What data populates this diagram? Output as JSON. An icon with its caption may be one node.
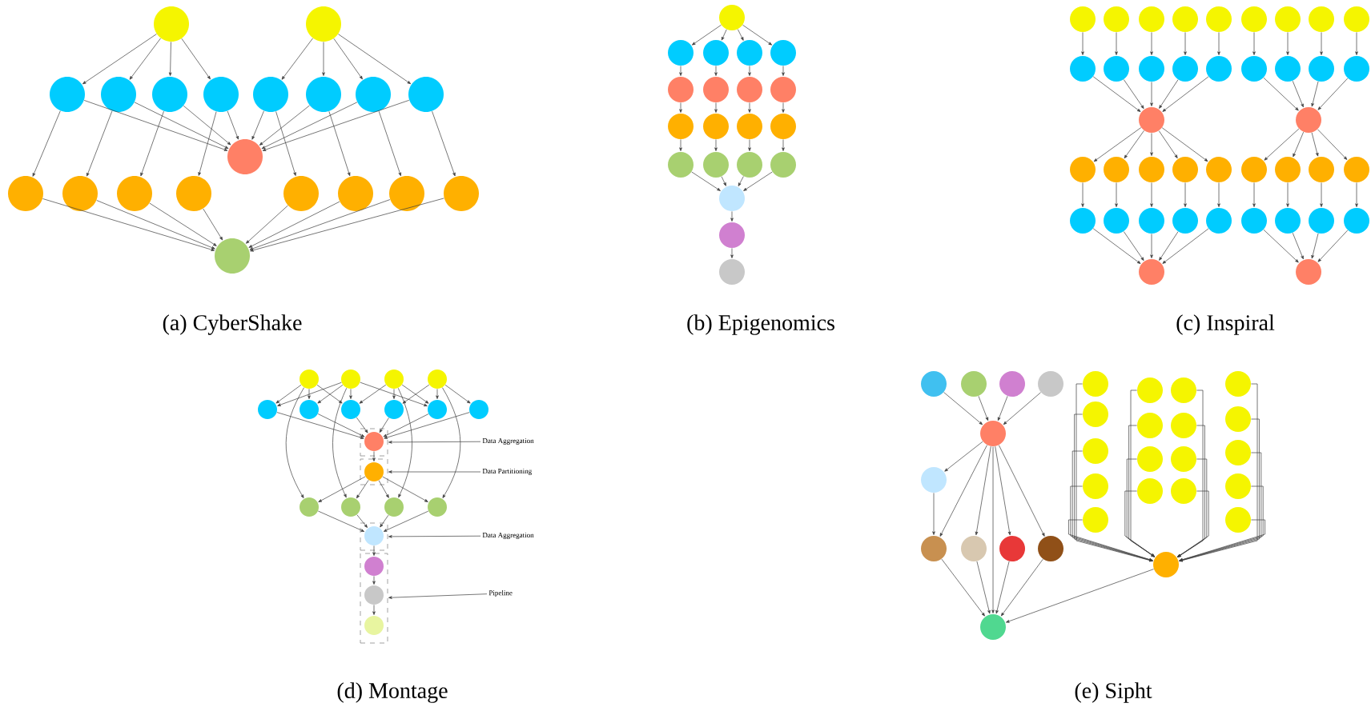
{
  "diagram": {
    "nodes": [
      {
        "text": [],
        "shape": "circle"
      },
      {
        "text": [],
        "shape": "circle"
      },
      {
        "text": [],
        "shape": "circle"
      },
      {
        "text": [],
        "shape": "circle"
      },
      {
        "text": [],
        "shape": "circle"
      },
      {
        "text": [],
        "shape": "circle"
      },
      {
        "text": [],
        "shape": "circle"
      },
      {
        "text": [],
        "shape": "circle"
      },
      {
        "text": [],
        "shape": "circle"
      },
      {
        "text": [],
        "shape": "circle"
      },
      {
        "text": [],
        "shape": "circle"
      },
      {
        "text": [],
        "shape": "circle"
      },
      {
        "text": [],
        "shape": "circle"
      },
      {
        "text": [],
        "shape": "circle"
      },
      {
        "text": [],
        "shape": "circle"
      },
      {
        "text": [],
        "shape": "circle"
      },
      {
        "text": [],
        "shape": "circle"
      },
      {
        "text": [],
        "shape": "circle"
      },
      {
        "text": [],
        "shape": "circle"
      },
      {
        "text": [],
        "shape": "circle"
      },
      {
        "text": [],
        "shape": "circle"
      },
      {
        "text": [],
        "shape": "circle"
      },
      {
        "text": [],
        "shape": "circle"
      },
      {
        "text": [],
        "shape": "circle"
      },
      {
        "text": [],
        "shape": "circle"
      },
      {
        "text": [],
        "shape": "circle"
      },
      {
        "text": [],
        "shape": "circle"
      },
      {
        "text": [],
        "shape": "circle"
      },
      {
        "text": [],
        "shape": "circle"
      },
      {
        "text": [],
        "shape": "circle"
      },
      {
        "text": [],
        "shape": "circle"
      },
      {
        "text": [],
        "shape": "circle"
      },
      {
        "text": [],
        "shape": "circle"
      },
      {
        "text": [],
        "shape": "circle"
      },
      {
        "text": [],
        "shape": "circle"
      },
      {
        "text": [],
        "shape": "circle"
      },
      {
        "text": [],
        "shape": "circle"
      },
      {
        "text": [],
        "shape": "circle"
      },
      {
        "text": [],
        "shape": "circle"
      },
      {
        "text": [],
        "shape": "circle"
      },
      {
        "text": [],
        "shape": "circle"
      },
      {
        "text": [],
        "shape": "circle"
      },
      {
        "text": [],
        "shape": "circle"
      },
      {
        "text": [],
        "shape": "circle"
      },
      {
        "text": [],
        "shape": "circle"
      },
      {
        "text": [],
        "shape": "circle"
      },
      {
        "text": [],
        "shape": "circle"
      },
      {
        "text": [],
        "shape": "circle"
      },
      {
        "text": [],
        "shape": "circle"
      },
      {
        "text": [],
        "shape": "circle"
      },
      {
        "text": [],
        "shape": "circle"
      },
      {
        "text": [],
        "shape": "circle"
      },
      {
        "text": [],
        "shape": "circle"
      },
      {
        "text": [],
        "shape": "circle"
      },
      {
        "text": [],
        "shape": "circle"
      },
      {
        "text": [],
        "shape": "circle"
      },
      {
        "text": [],
        "shape": "circle"
      },
      {
        "text": [],
        "shape": "circle"
      },
      {
        "text": [],
        "shape": "circle"
      },
      {
        "text": [],
        "shape": "circle"
      },
      {
        "text": [],
        "shape": "circle"
      },
      {
        "text": [],
        "shape": "circle"
      },
      {
        "text": [],
        "shape": "circle"
      },
      {
        "text": [],
        "shape": "circle"
      },
      {
        "text": [],
        "shape": "circle"
      },
      {
        "text": [],
        "shape": "circle"
      },
      {
        "text": [],
        "shape": "circle"
      },
      {
        "text": [],
        "shape": "circle"
      },
      {
        "text": [],
        "shape": "circle"
      },
      {
        "text": [],
        "shape": "circle"
      },
      {
        "text": [],
        "shape": "circle"
      },
      {
        "text": [],
        "shape": "circle"
      },
      {
        "text": [],
        "shape": "circle"
      },
      {
        "text": [],
        "shape": "circle"
      },
      {
        "text": [],
        "shape": "circle"
      },
      {
        "text": [],
        "shape": "circle"
      },
      {
        "text": [],
        "shape": "circle"
      },
      {
        "text": [],
        "shape": "circle"
      },
      {
        "text": [],
        "shape": "circle"
      },
      {
        "text": [],
        "shape": "circle"
      },
      {
        "text": [],
        "shape": "circle"
      },
      {
        "text": [],
        "shape": "circle"
      },
      {
        "text": [],
        "shape": "circle"
      },
      {
        "text": [],
        "shape": "circle"
      },
      {
        "text": [],
        "shape": "circle"
      },
      {
        "text": [],
        "shape": "circle"
      },
      {
        "text": [],
        "shape": "circle"
      },
      {
        "text": [],
        "shape": "circle"
      },
      {
        "text": [],
        "shape": "circle"
      },
      {
        "text": [],
        "shape": "circle"
      },
      {
        "text": [],
        "shape": "box"
      },
      {
        "text": [],
        "shape": "circle",
        "in": 90
      },
      {
        "text": [],
        "shape": "box"
      },
      {
        "text": [],
        "shape": "circle",
        "in": 92
      },
      {
        "text": [],
        "shape": "circle"
      },
      {
        "text": [],
        "shape": "circle"
      },
      {
        "text": [],
        "shape": "circle"
      },
      {
        "text": [],
        "shape": "circle"
      },
      {
        "text": [],
        "shape": "box"
      },
      {
        "text": [],
        "shape": "circle",
        "in": 98
      },
      {
        "text": [],
        "shape": "box"
      },
      {
        "text": [],
        "shape": "circle",
        "in": 100
      },
      {
        "text": [],
        "shape": "circle",
        "in": 100
      },
      {
        "text": [],
        "shape": "circle",
        "in": 100
      },
      {
        "text": [
          "Data Aggregation"
        ]
      },
      {
        "text": [
          "Data Partitioning"
        ]
      },
      {
        "text": [
          "Data Aggregation"
        ]
      },
      {
        "text": [
          "Pipeline"
        ]
      },
      {
        "text": [],
        "shape": "circle"
      },
      {
        "text": [],
        "shape": "circle"
      },
      {
        "text": [],
        "shape": "circle"
      },
      {
        "text": [],
        "shape": "circle"
      },
      {
        "text": [],
        "shape": "circle"
      },
      {
        "text": [],
        "shape": "circle"
      },
      {
        "text": [],
        "shape": "circle"
      },
      {
        "text": [],
        "shape": "circle"
      },
      {
        "text": [],
        "shape": "circle"
      },
      {
        "text": [],
        "shape": "circle"
      },
      {
        "text": [],
        "shape": "circle"
      },
      {
        "text": [],
        "shape": "circle"
      },
      {
        "text": [],
        "shape": "circle"
      },
      {
        "text": [],
        "shape": "circle"
      },
      {
        "text": [],
        "shape": "circle"
      },
      {
        "text": [],
        "shape": "circle"
      },
      {
        "text": [],
        "shape": "circle"
      },
      {
        "text": [],
        "shape": "circle"
      },
      {
        "text": [],
        "shape": "circle"
      },
      {
        "text": [],
        "shape": "circle"
      },
      {
        "text": [],
        "shape": "circle"
      },
      {
        "text": [],
        "shape": "circle"
      },
      {
        "text": [],
        "shape": "circle"
      },
      {
        "text": [],
        "shape": "circle"
      },
      {
        "text": [],
        "shape": "circle"
      },
      {
        "text": [],
        "shape": "circle"
      },
      {
        "text": [],
        "shape": "circle"
      },
      {
        "text": [],
        "shape": "circle"
      },
      {
        "text": [],
        "shape": "circle"
      },
      {
        "text": [],
        "shape": "circle"
      }
    ],
    "edges": [
      {
        "from": 0,
        "to": 2,
        "arrow": "to"
      },
      {
        "from": 0,
        "to": 3,
        "arrow": "to"
      },
      {
        "from": 0,
        "to": 4,
        "arrow": "to"
      },
      {
        "from": 0,
        "to": 5,
        "arrow": "to"
      },
      {
        "from": 1,
        "to": 6,
        "arrow": "to"
      },
      {
        "from": 1,
        "to": 7,
        "arrow": "to"
      },
      {
        "from": 1,
        "to": 8,
        "arrow": "to"
      },
      {
        "from": 1,
        "to": 9,
        "arrow": "to"
      },
      {
        "from": 2,
        "to": 10,
        "arrow": "to"
      },
      {
        "from": 3,
        "to": 10,
        "arrow": "to"
      },
      {
        "from": 4,
        "to": 10,
        "arrow": "to"
      },
      {
        "from": 5,
        "to": 10,
        "arrow": "to"
      },
      {
        "from": 6,
        "to": 10,
        "arrow": "to"
      },
      {
        "from": 7,
        "to": 10,
        "arrow": "to"
      },
      {
        "from": 8,
        "to": 10,
        "arrow": "to"
      },
      {
        "from": 9,
        "to": 10,
        "arrow": "to"
      },
      {
        "from": 2,
        "to": 11,
        "arrow": "to"
      },
      {
        "from": 3,
        "to": 12,
        "arrow": "to"
      },
      {
        "from": 4,
        "to": 13,
        "arrow": "to"
      },
      {
        "from": 5,
        "to": 14,
        "arrow": "to"
      },
      {
        "from": 6,
        "to": 15,
        "arrow": "to"
      },
      {
        "from": 7,
        "to": 16,
        "arrow": "to"
      },
      {
        "from": 8,
        "to": 17,
        "arrow": "to"
      },
      {
        "from": 9,
        "to": 18,
        "arrow": "to"
      },
      {
        "from": 11,
        "to": 19,
        "arrow": "to"
      },
      {
        "from": 12,
        "to": 19,
        "arrow": "to"
      },
      {
        "from": 13,
        "to": 19,
        "arrow": "to"
      },
      {
        "from": 14,
        "to": 19,
        "arrow": "to"
      },
      {
        "from": 15,
        "to": 19,
        "arrow": "to"
      },
      {
        "from": 16,
        "to": 19,
        "arrow": "to"
      },
      {
        "from": 17,
        "to": 19,
        "arrow": "to"
      },
      {
        "from": 18,
        "to": 19,
        "arrow": "to"
      },
      {
        "from": 20,
        "to": 21,
        "arrow": "to"
      },
      {
        "from": 20,
        "to": 22,
        "arrow": "to"
      },
      {
        "from": 20,
        "to": 23,
        "arrow": "to"
      },
      {
        "from": 20,
        "to": 24,
        "arrow": "to"
      },
      {
        "from": 21,
        "to": 25,
        "arrow": "to"
      },
      {
        "from": 22,
        "to": 26,
        "arrow": "to"
      },
      {
        "from": 23,
        "to": 27,
        "arrow": "to"
      },
      {
        "from": 24,
        "to": 28,
        "arrow": "to"
      },
      {
        "from": 25,
        "to": 29,
        "arrow": "to"
      },
      {
        "from": 26,
        "to": 30,
        "arrow": "to"
      },
      {
        "from": 27,
        "to": 31,
        "arrow": "to"
      },
      {
        "from": 28,
        "to": 32,
        "arrow": "to"
      },
      {
        "from": 29,
        "to": 33,
        "arrow": "to"
      },
      {
        "from": 30,
        "to": 34,
        "arrow": "to"
      },
      {
        "from": 31,
        "to": 35,
        "arrow": "to"
      },
      {
        "from": 32,
        "to": 36,
        "arrow": "to"
      },
      {
        "from": 33,
        "to": 37,
        "arrow": "to"
      },
      {
        "from": 34,
        "to": 37,
        "arrow": "to"
      },
      {
        "from": 35,
        "to": 37,
        "arrow": "to"
      },
      {
        "from": 36,
        "to": 37,
        "arrow": "to"
      },
      {
        "from": 37,
        "to": 38,
        "arrow": "to"
      },
      {
        "from": 38,
        "to": 39,
        "arrow": "to"
      },
      {
        "from": 40,
        "to": 45,
        "arrow": "to"
      },
      {
        "from": 41,
        "to": 46,
        "arrow": "to"
      },
      {
        "from": 42,
        "to": 47,
        "arrow": "to"
      },
      {
        "from": 43,
        "to": 48,
        "arrow": "to"
      },
      {
        "from": 44,
        "to": 49,
        "arrow": "to"
      },
      {
        "from": 45,
        "to": 50,
        "arrow": "to"
      },
      {
        "from": 46,
        "to": 50,
        "arrow": "to"
      },
      {
        "from": 47,
        "to": 50,
        "arrow": "to"
      },
      {
        "from": 48,
        "to": 50,
        "arrow": "to"
      },
      {
        "from": 49,
        "to": 50,
        "arrow": "to"
      },
      {
        "from": 50,
        "to": 51,
        "arrow": "to"
      },
      {
        "from": 50,
        "to": 52,
        "arrow": "to"
      },
      {
        "from": 50,
        "to": 53,
        "arrow": "to"
      },
      {
        "from": 50,
        "to": 54,
        "arrow": "to"
      },
      {
        "from": 50,
        "to": 55,
        "arrow": "to"
      },
      {
        "from": 51,
        "to": 56,
        "arrow": "to"
      },
      {
        "from": 52,
        "to": 57,
        "arrow": "to"
      },
      {
        "from": 53,
        "to": 58,
        "arrow": "to"
      },
      {
        "from": 54,
        "to": 59,
        "arrow": "to"
      },
      {
        "from": 55,
        "to": 60,
        "arrow": "to"
      },
      {
        "from": 56,
        "to": 61,
        "arrow": "to"
      },
      {
        "from": 57,
        "to": 61,
        "arrow": "to"
      },
      {
        "from": 58,
        "to": 61,
        "arrow": "to"
      },
      {
        "from": 59,
        "to": 61,
        "arrow": "to"
      },
      {
        "from": 60,
        "to": 61,
        "arrow": "to"
      },
      {
        "from": 62,
        "to": 66,
        "arrow": "to"
      },
      {
        "from": 63,
        "to": 67,
        "arrow": "to"
      },
      {
        "from": 64,
        "to": 68,
        "arrow": "to"
      },
      {
        "from": 65,
        "to": 69,
        "arrow": "to"
      },
      {
        "from": 66,
        "to": 70,
        "arrow": "to"
      },
      {
        "from": 67,
        "to": 70,
        "arrow": "to"
      },
      {
        "from": 68,
        "to": 70,
        "arrow": "to"
      },
      {
        "from": 69,
        "to": 70,
        "arrow": "to"
      },
      {
        "from": 70,
        "to": 71,
        "arrow": "to"
      },
      {
        "from": 70,
        "to": 72,
        "arrow": "to"
      },
      {
        "from": 70,
        "to": 73,
        "arrow": "to"
      },
      {
        "from": 70,
        "to": 74,
        "arrow": "to"
      },
      {
        "from": 71,
        "to": 75,
        "arrow": "to"
      },
      {
        "from": 72,
        "to": 76,
        "arrow": "to"
      },
      {
        "from": 73,
        "to": 77,
        "arrow": "to"
      },
      {
        "from": 74,
        "to": 78,
        "arrow": "to"
      },
      {
        "from": 75,
        "to": 79,
        "arrow": "to"
      },
      {
        "from": 76,
        "to": 79,
        "arrow": "to"
      },
      {
        "from": 77,
        "to": 79,
        "arrow": "to"
      },
      {
        "from": 78,
        "to": 79,
        "arrow": "to"
      },
      {
        "from": 80,
        "to": 84,
        "arrow": "to"
      },
      {
        "from": 80,
        "to": 85,
        "arrow": "to"
      },
      {
        "from": 80,
        "to": 86,
        "arrow": "to"
      },
      {
        "from": 81,
        "to": 84,
        "arrow": "to"
      },
      {
        "from": 81,
        "to": 85,
        "arrow": "to"
      },
      {
        "from": 81,
        "to": 86,
        "arrow": "to"
      },
      {
        "from": 81,
        "to": 88,
        "arrow": "to"
      },
      {
        "from": 82,
        "to": 86,
        "arrow": "to"
      },
      {
        "from": 82,
        "to": 87,
        "arrow": "to"
      },
      {
        "from": 82,
        "to": 88,
        "arrow": "to"
      },
      {
        "from": 83,
        "to": 87,
        "arrow": "to"
      },
      {
        "from": 83,
        "to": 88,
        "arrow": "to"
      },
      {
        "from": 83,
        "to": 89,
        "arrow": "to"
      },
      {
        "from": 80,
        "to": 94,
        "arrow": "to"
      },
      {
        "from": 81,
        "to": 95,
        "arrow": "to"
      },
      {
        "from": 82,
        "to": 96,
        "arrow": "to"
      },
      {
        "from": 83,
        "to": 97,
        "arrow": "to"
      },
      {
        "from": 84,
        "to": 91,
        "arrow": "to"
      },
      {
        "from": 85,
        "to": 91,
        "arrow": "to"
      },
      {
        "from": 86,
        "to": 91,
        "arrow": "to"
      },
      {
        "from": 87,
        "to": 91,
        "arrow": "to"
      },
      {
        "from": 88,
        "to": 91,
        "arrow": "to"
      },
      {
        "from": 89,
        "to": 91,
        "arrow": "to"
      },
      {
        "from": 91,
        "to": 93,
        "arrow": "to"
      },
      {
        "from": 93,
        "to": 94,
        "arrow": "to"
      },
      {
        "from": 93,
        "to": 95,
        "arrow": "to"
      },
      {
        "from": 93,
        "to": 96,
        "arrow": "to"
      },
      {
        "from": 93,
        "to": 97,
        "arrow": "to"
      },
      {
        "from": 94,
        "to": 99,
        "arrow": "to"
      },
      {
        "from": 95,
        "to": 99,
        "arrow": "to"
      },
      {
        "from": 96,
        "to": 99,
        "arrow": "to"
      },
      {
        "from": 97,
        "to": 99,
        "arrow": "to"
      },
      {
        "from": 99,
        "to": 101,
        "arrow": "to"
      },
      {
        "from": 101,
        "to": 102,
        "arrow": "to"
      },
      {
        "from": 102,
        "to": 103,
        "arrow": "to"
      },
      {
        "from": 104,
        "to": 90,
        "arrow": "to"
      },
      {
        "from": 105,
        "to": 92,
        "arrow": "to"
      },
      {
        "from": 106,
        "to": 98,
        "arrow": "to"
      },
      {
        "from": 107,
        "to": 100,
        "arrow": "to"
      },
      {
        "from": 108,
        "to": 112,
        "arrow": "to"
      },
      {
        "from": 109,
        "to": 112,
        "arrow": "to"
      },
      {
        "from": 110,
        "to": 112,
        "arrow": "to"
      },
      {
        "from": 111,
        "to": 112,
        "arrow": "to"
      },
      {
        "from": 112,
        "to": 113,
        "arrow": "to"
      },
      {
        "from": 112,
        "to": 114,
        "arrow": "to"
      },
      {
        "from": 112,
        "to": 115,
        "arrow": "to"
      },
      {
        "from": 112,
        "to": 116,
        "arrow": "to"
      },
      {
        "from": 112,
        "to": 117,
        "arrow": "to"
      },
      {
        "from": 112,
        "to": 118,
        "arrow": "to"
      },
      {
        "from": 113,
        "to": 114,
        "arrow": "to"
      },
      {
        "from": 114,
        "to": 118,
        "arrow": "to"
      },
      {
        "from": 115,
        "to": 118,
        "arrow": "to"
      },
      {
        "from": 116,
        "to": 118,
        "arrow": "to"
      },
      {
        "from": 117,
        "to": 118,
        "arrow": "to"
      },
      {
        "from": 119,
        "to": 137,
        "arrow": "to"
      },
      {
        "from": 120,
        "to": 137,
        "arrow": "to"
      },
      {
        "from": 121,
        "to": 137,
        "arrow": "to"
      },
      {
        "from": 122,
        "to": 137,
        "arrow": "to"
      },
      {
        "from": 123,
        "to": 137,
        "arrow": "to"
      },
      {
        "from": 124,
        "to": 137,
        "arrow": "to"
      },
      {
        "from": 125,
        "to": 137,
        "arrow": "to"
      },
      {
        "from": 126,
        "to": 137,
        "arrow": "to"
      },
      {
        "from": 127,
        "to": 137,
        "arrow": "to"
      },
      {
        "from": 128,
        "to": 137,
        "arrow": "to"
      },
      {
        "from": 129,
        "to": 137,
        "arrow": "to"
      },
      {
        "from": 130,
        "to": 137,
        "arrow": "to"
      },
      {
        "from": 131,
        "to": 137,
        "arrow": "to"
      },
      {
        "from": 132,
        "to": 137,
        "arrow": "to"
      },
      {
        "from": 133,
        "to": 137,
        "arrow": "to"
      },
      {
        "from": 134,
        "to": 137,
        "arrow": "to"
      },
      {
        "from": 135,
        "to": 137,
        "arrow": "to"
      },
      {
        "from": 136,
        "to": 137,
        "arrow": "to"
      },
      {
        "from": 137,
        "to": 118,
        "arrow": "to"
      }
    ],
    "labels": [
      "(a) CyberShake",
      "(b) Epigenomics",
      "(c) Inspiral",
      "(d) Montage",
      "(e) Sipht"
    ]
  }
}
